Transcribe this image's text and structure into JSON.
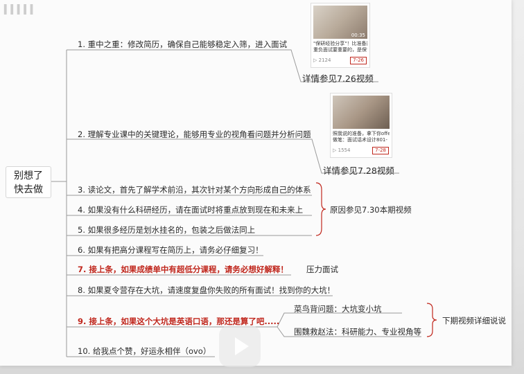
{
  "root": {
    "line1": "别想了",
    "line2": "快去做"
  },
  "items": [
    {
      "text": "1. 重中之重：修改简历，确保自己能够稳定入筛，进入面试",
      "red": false
    },
    {
      "text": "2. 理解专业课中的关键理论，能够用专业的视角看问题并分析问题",
      "red": false
    },
    {
      "text": "3. 读论文，首先了解学术前沿，其次针对某个方向形成自己的体系",
      "red": false
    },
    {
      "text": "4. 如果没有什么科研经历，请在面试时将重点放到现在和未来上",
      "red": false
    },
    {
      "text": "5. 如果很多经历是划水挂名的，包装之后做法同上",
      "red": false
    },
    {
      "text": "6. 如果有把高分课程写在简历上，请务必仔细复习！",
      "red": false
    },
    {
      "text": "7. 接上条，如果成绩单中有超低分课程，请务必想好解释！",
      "red": true
    },
    {
      "text": "8. 如果夏令营存在大坑，请速度复盘你失败的所有面试！找到你的大坑！",
      "red": false
    },
    {
      "text": "9. 接上条，如果这个大坑是英语口语，那还是算了吧.....",
      "red": true
    },
    {
      "text": "10. 给我点个赞，好运永相伴（ovo）",
      "red": false
    }
  ],
  "notes": {
    "see_726": "详情参见7.26视频",
    "see_728": "详情参见7.28视频",
    "reason_730": "原因参见7.30本期视频",
    "pressure": "压力面试",
    "rookie": "菜鸟背问题：大坑变小坑",
    "siege": "围魏救赵法：科研能力、专业视角等",
    "next_video": "下期视频详细说说"
  },
  "thumb1": {
    "caption1": "\"保研经验分享\"！比准备简历",
    "caption2": "重负面试要重要的，是保证你",
    "views": "2124",
    "date": "7-26",
    "duration": "00:35"
  },
  "thumb2": {
    "caption1": "照我说的准备，拿下你offer概",
    "caption2": "做笔：面试话术设计801-",
    "views": "1554",
    "date": "7-28"
  },
  "watermark": {
    "logo": "IIIII",
    "five": "5"
  },
  "colors": {
    "red": "#c0271d",
    "line": "#9a9a9a"
  }
}
